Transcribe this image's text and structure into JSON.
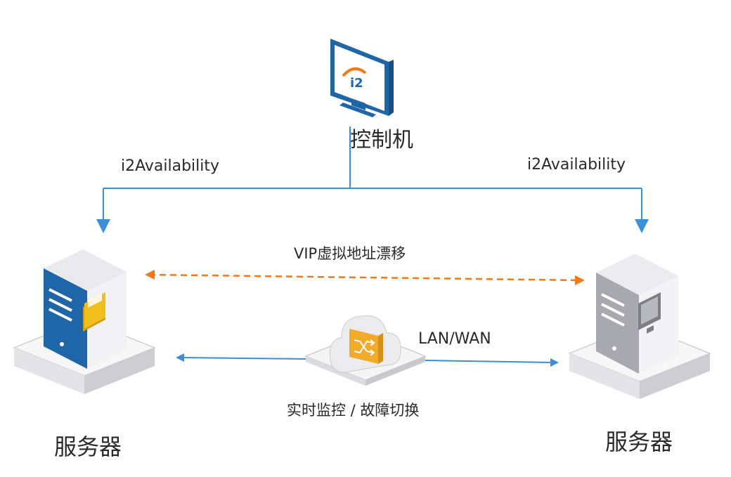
{
  "control": {
    "label": "控制机",
    "logo_text": "i2"
  },
  "links": {
    "left_label": "i2Availability",
    "right_label": "i2Availability",
    "vip_label": "VIP虚拟地址漂移",
    "network_label": "LAN/WAN",
    "monitor_label": "实时监控 / 故障切换"
  },
  "servers": [
    {
      "label": "服务器"
    },
    {
      "label": "服务器"
    }
  ],
  "icons": [
    "monitor-icon",
    "folder-icon",
    "shuffle-icon",
    "cloud-icon",
    "server-icon"
  ],
  "colors": {
    "blue": "#3a8fd6",
    "dark_blue": "#1f66a8",
    "orange": "#f07a1a",
    "gold": "#f0b400",
    "gray": "#8a8a90"
  }
}
